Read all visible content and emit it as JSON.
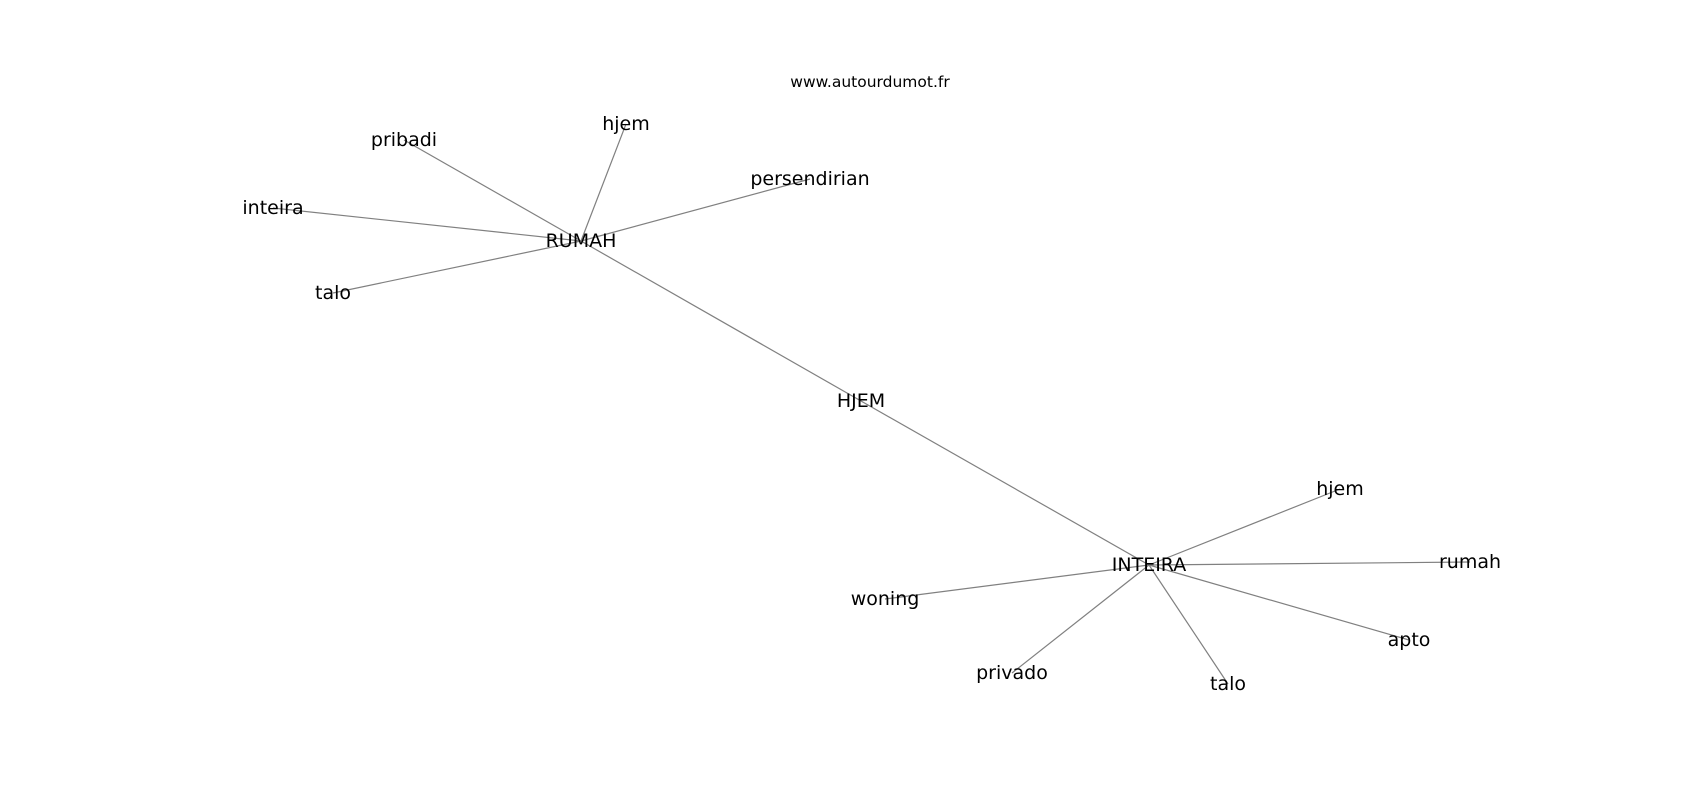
{
  "watermark": "www.autourdumot.fr",
  "colors": {
    "edge": "#808080",
    "text": "#000000",
    "background": "#ffffff"
  },
  "graph": {
    "nodes": [
      {
        "id": "hjem_hub",
        "label": "HJEM"
      },
      {
        "id": "rumah_hub",
        "label": "RUMAH"
      },
      {
        "id": "inteira_hub",
        "label": "INTEIRA"
      },
      {
        "id": "pribadi",
        "label": "pribadi"
      },
      {
        "id": "hjem_r",
        "label": "hjem"
      },
      {
        "id": "persendirian",
        "label": "persendirian"
      },
      {
        "id": "inteira_r",
        "label": "inteira"
      },
      {
        "id": "talo_r",
        "label": "talo"
      },
      {
        "id": "hjem_i",
        "label": "hjem"
      },
      {
        "id": "rumah_i",
        "label": "rumah"
      },
      {
        "id": "woning",
        "label": "woning"
      },
      {
        "id": "apto",
        "label": "apto"
      },
      {
        "id": "privado",
        "label": "privado"
      },
      {
        "id": "talo_i",
        "label": "talo"
      }
    ],
    "edges": [
      [
        "rumah_hub",
        "hjem_hub"
      ],
      [
        "hjem_hub",
        "inteira_hub"
      ],
      [
        "rumah_hub",
        "pribadi"
      ],
      [
        "rumah_hub",
        "hjem_r"
      ],
      [
        "rumah_hub",
        "persendirian"
      ],
      [
        "rumah_hub",
        "inteira_r"
      ],
      [
        "rumah_hub",
        "talo_r"
      ],
      [
        "inteira_hub",
        "hjem_i"
      ],
      [
        "inteira_hub",
        "rumah_i"
      ],
      [
        "inteira_hub",
        "woning"
      ],
      [
        "inteira_hub",
        "apto"
      ],
      [
        "inteira_hub",
        "privado"
      ],
      [
        "inteira_hub",
        "talo_i"
      ]
    ]
  }
}
